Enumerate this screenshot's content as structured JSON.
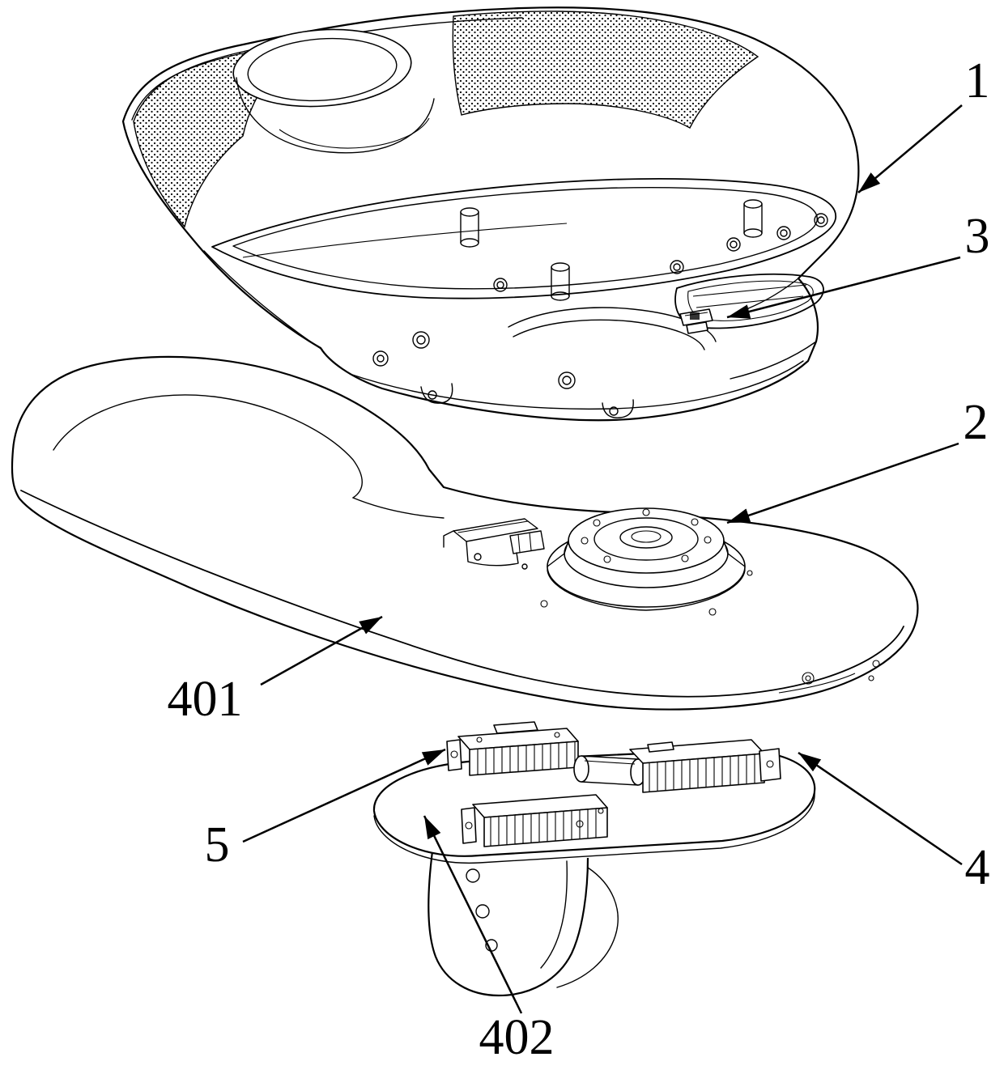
{
  "figure": {
    "background_color": "#ffffff",
    "line_color": "#000000",
    "callouts": [
      {
        "label": "1"
      },
      {
        "label": "3"
      },
      {
        "label": "2"
      },
      {
        "label": "401"
      },
      {
        "label": "5"
      },
      {
        "label": "4"
      },
      {
        "label": "402"
      }
    ]
  }
}
